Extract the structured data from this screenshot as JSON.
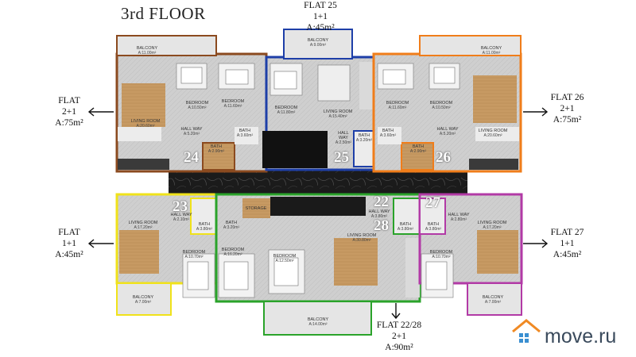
{
  "title": "3rd FLOOR",
  "flats": {
    "f25": {
      "name": "FLAT 25",
      "type": "1+1",
      "area": "A:45m²"
    },
    "f26": {
      "name": "FLAT 26",
      "type": "2+1",
      "area": "A:75m²"
    },
    "f24": {
      "name": "FLAT",
      "type": "2+1",
      "area": "A:75m²"
    },
    "f23": {
      "name": "FLAT",
      "type": "1+1",
      "area": "A:45m²"
    },
    "f27": {
      "name": "FLAT 27",
      "type": "1+1",
      "area": "A:45m²"
    },
    "f2228": {
      "name": "FLAT 22/28",
      "type": "2+1",
      "area": "A:90m²"
    }
  },
  "numbers": {
    "n24": "24",
    "n25": "25",
    "n26": "26",
    "n23": "23",
    "n22": "22",
    "n28": "28",
    "n27": "27"
  },
  "rooms": {
    "balcony_24": {
      "name": "BALCONY",
      "area": "A:11.00m²"
    },
    "balcony_25": {
      "name": "BALCONY",
      "area": "A:9.00m²"
    },
    "balcony_26": {
      "name": "BALCONY",
      "area": "A:11.00m²"
    },
    "bed1_24": {
      "name": "BEDROOM",
      "area": "A:10.50m²"
    },
    "bed2_24": {
      "name": "BEDROOM",
      "area": "A:11.60m²"
    },
    "living_24": {
      "name": "LIVING ROOM",
      "area": "A:20.60m²"
    },
    "hall_24": {
      "name": "HALL WAY",
      "area": "A:5.20m²"
    },
    "bath1_24": {
      "name": "BATH",
      "area": "A:3.60m²"
    },
    "bath2_24": {
      "name": "BATH",
      "area": "A:2.90m²"
    },
    "bed_25": {
      "name": "BEDROOM",
      "area": "A:11.80m²"
    },
    "living_25": {
      "name": "LIVING ROOM",
      "area": "A:15.40m²"
    },
    "hall_25": {
      "name": "HALL WAY",
      "area": "A:2.50m²"
    },
    "bath_25": {
      "name": "BATH",
      "area": "A:3.20m²"
    },
    "bed1_26": {
      "name": "BEDROOM",
      "area": "A:11.60m²"
    },
    "bed2_26": {
      "name": "BEDROOM",
      "area": "A:10.50m²"
    },
    "living_26": {
      "name": "LIVING ROOM",
      "area": "A:20.60m²"
    },
    "hall_26": {
      "name": "HALL WAY",
      "area": "A:5.20m²"
    },
    "bath1_26": {
      "name": "BATH",
      "area": "A:3.60m²"
    },
    "bath2_26": {
      "name": "BATH",
      "area": "A:2.90m²"
    },
    "living_23": {
      "name": "LIVING ROOM",
      "area": "A:17.20m²"
    },
    "hall_23": {
      "name": "HALL WAY",
      "area": "A:2.10m²"
    },
    "bath_23": {
      "name": "BATH",
      "area": "A:3.80m²"
    },
    "bed_23": {
      "name": "BEDROOM",
      "area": "A:10.70m²"
    },
    "balcony_23": {
      "name": "BALCONY",
      "area": "A:7.00m²"
    },
    "bath_2228a": {
      "name": "BATH",
      "area": "A:3.20m²"
    },
    "bed1_2228": {
      "name": "BEDROOM",
      "area": "A:16.20m²"
    },
    "bed2_2228": {
      "name": "BEDROOM",
      "area": "A:12.50m²"
    },
    "living_2228": {
      "name": "LIVING ROOM",
      "area": "A:30.80m²"
    },
    "hall_2228": {
      "name": "HALL WAY",
      "area": "A:3.80m²"
    },
    "bath_2228b": {
      "name": "BATH",
      "area": "A:3.80m²"
    },
    "balcony_2228": {
      "name": "BALCONY",
      "area": "A:14.00m²"
    },
    "hall_27": {
      "name": "HALL WAY",
      "area": "A:2.80m²"
    },
    "living_27": {
      "name": "LIVING ROOM",
      "area": "A:17.20m²"
    },
    "bath_27": {
      "name": "BATH",
      "area": "A:3.80m²"
    },
    "bed_27": {
      "name": "BEDROOM",
      "area": "A:10.70m²"
    },
    "balcony_27": {
      "name": "BALCONY",
      "area": "A:7.00m²"
    },
    "storage": {
      "name": "Storage",
      "area": ""
    }
  },
  "logo": {
    "text": "move.ru",
    "icon": "house-grid-icon",
    "color": "#f08a24"
  },
  "colors": {
    "flat24": "#8b4a1f",
    "flat25": "#1e3fa8",
    "flat26": "#f07d1a",
    "flat23": "#f0e21a",
    "flat2228": "#2aa32a",
    "flat27": "#b23aa6"
  }
}
